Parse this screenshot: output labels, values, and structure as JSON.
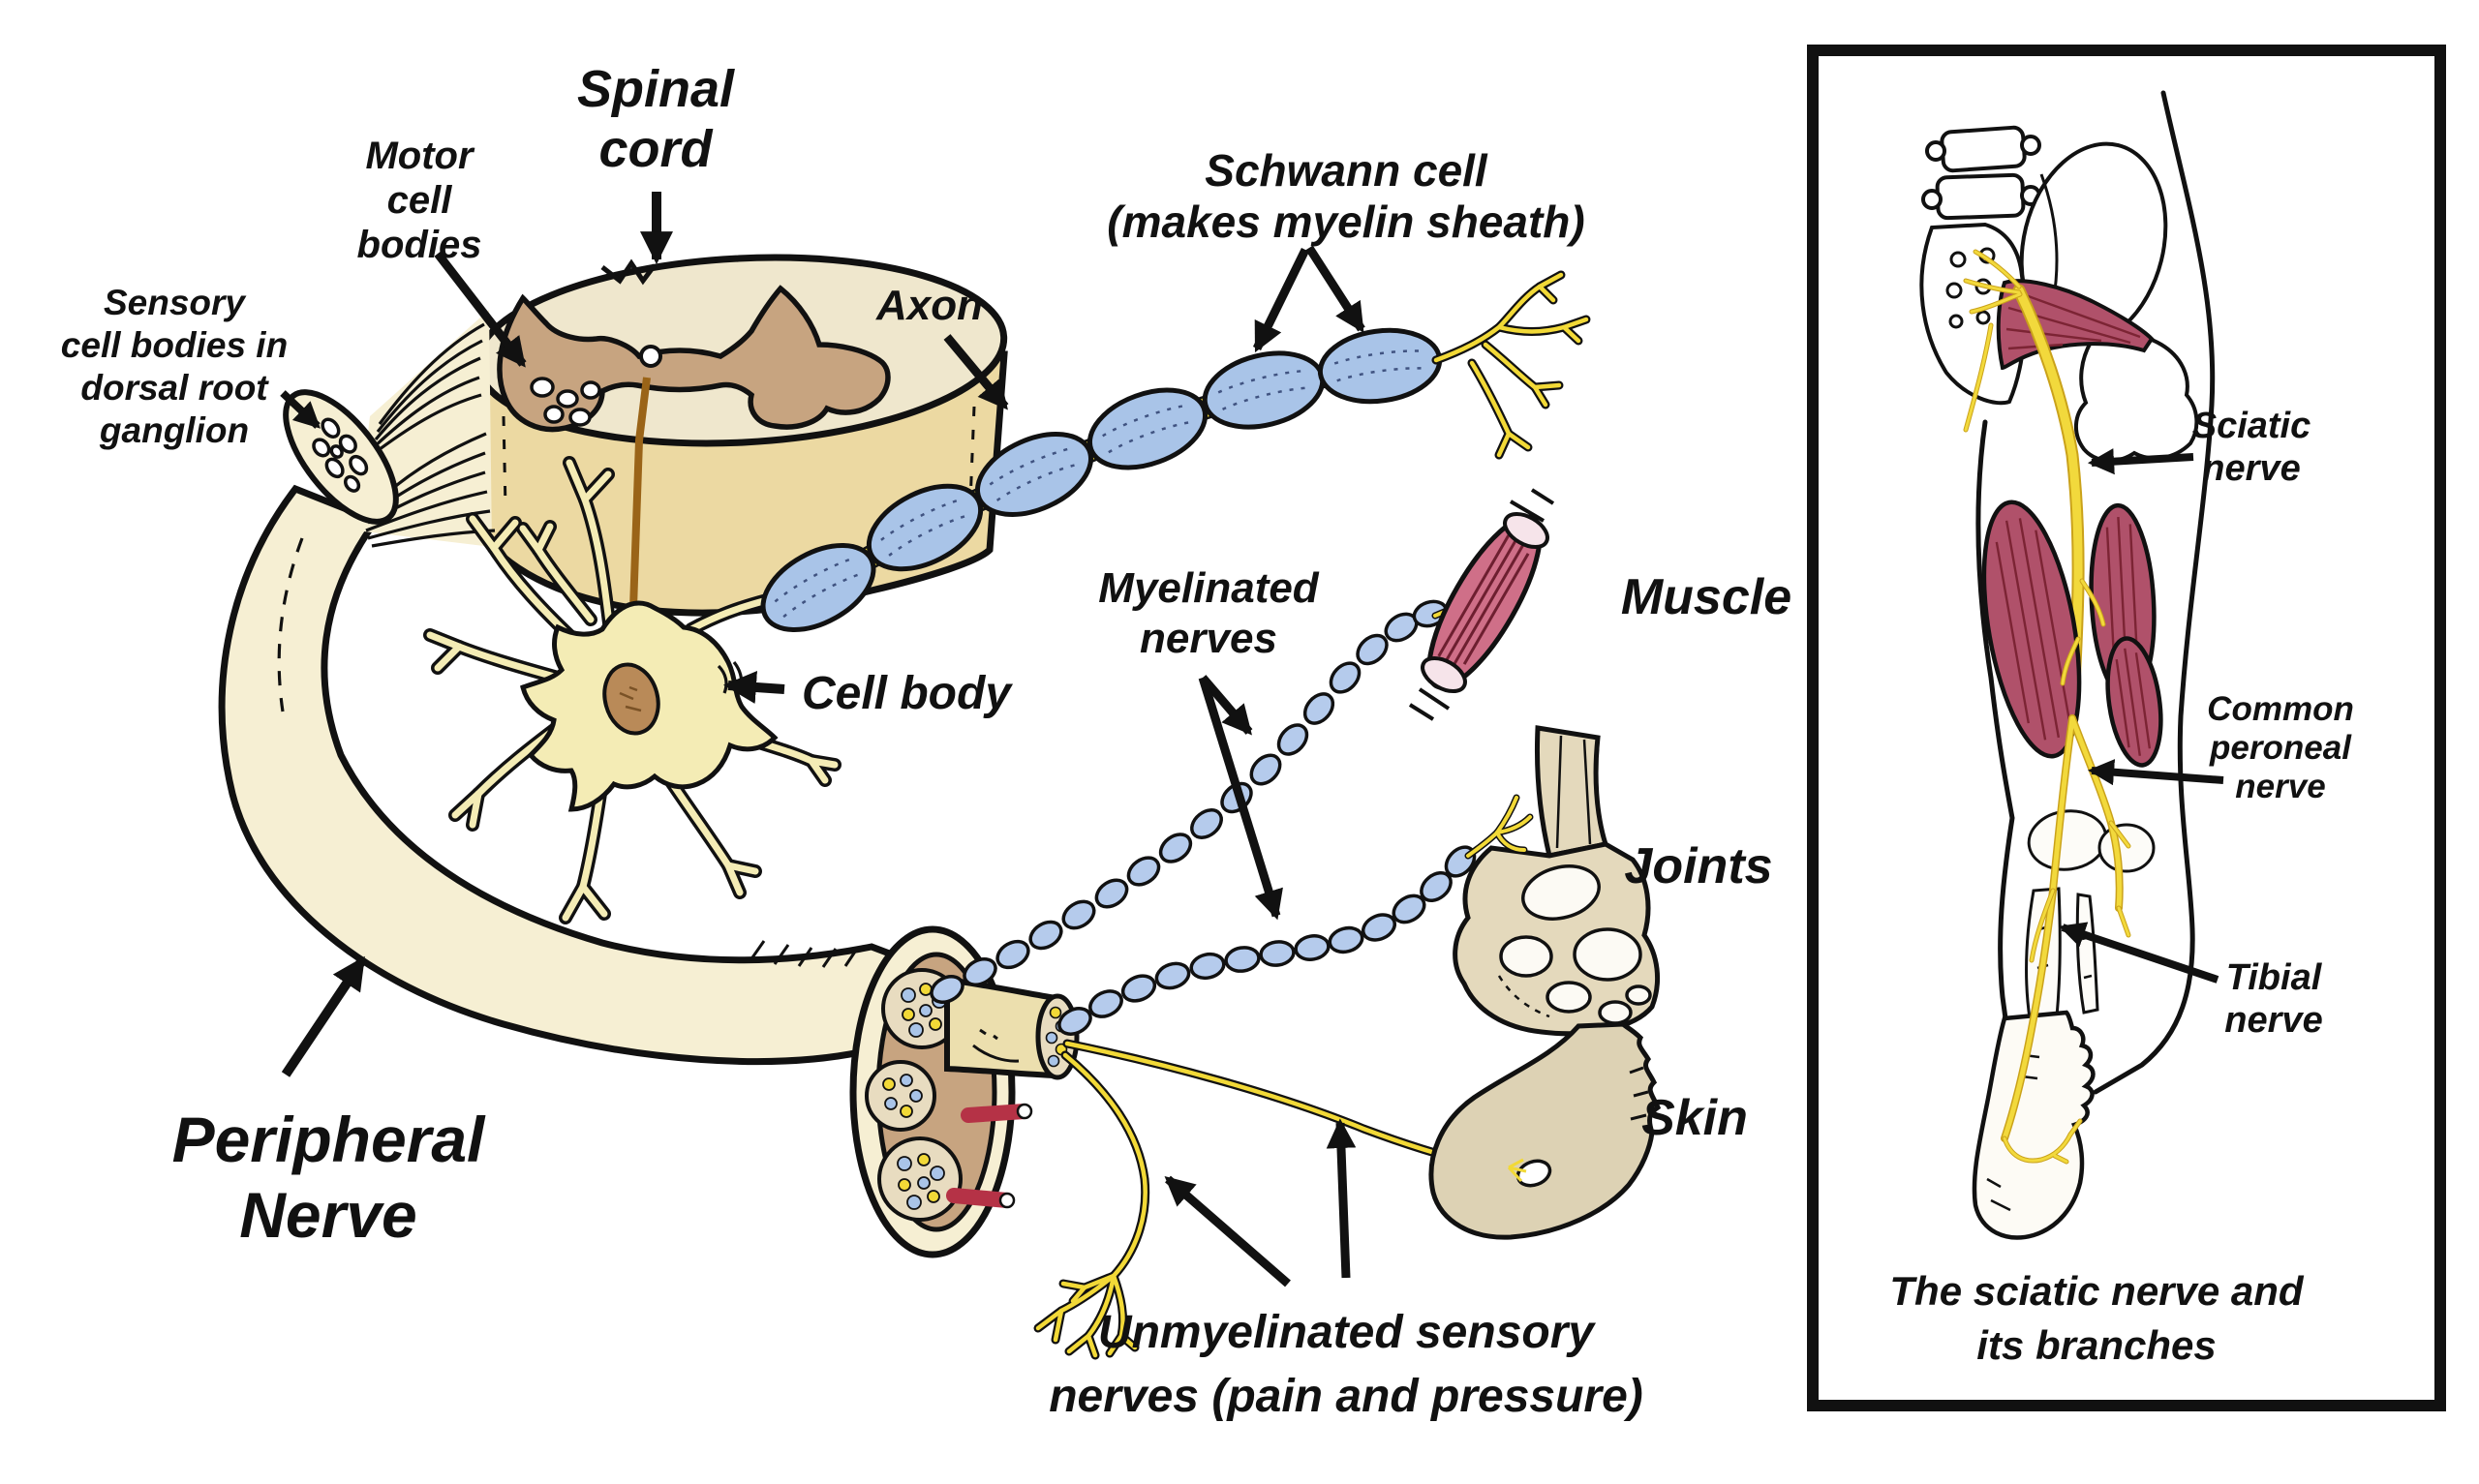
{
  "figure": {
    "type": "anatomical-diagram",
    "subject": "Peripheral nerve anatomy",
    "labels": {
      "spinal_cord": {
        "line1": "Spinal",
        "line2": "cord"
      },
      "motor_cell_bodies": {
        "line1": "Motor",
        "line2": "cell",
        "line3": "bodies"
      },
      "sensory_ganglion": {
        "line1": "Sensory",
        "line2": "cell bodies in",
        "line3": "dorsal root",
        "line4": "ganglion"
      },
      "axon": {
        "line1": "Axon"
      },
      "schwann_cell": {
        "line1": "Schwann cell",
        "line2": "(makes myelin sheath)"
      },
      "cell_body": {
        "line1": "Cell body"
      },
      "myelinated_nerves": {
        "line1": "Myelinated",
        "line2": "nerves"
      },
      "muscle": {
        "line1": "Muscle"
      },
      "joints": {
        "line1": "Joints"
      },
      "skin": {
        "line1": "Skin"
      },
      "peripheral_nerve": {
        "line1": "Peripheral",
        "line2": "Nerve"
      },
      "unmyelinated": {
        "line1": "Unmyelinated sensory",
        "line2": "nerves (pain and pressure)"
      }
    },
    "side_panel": {
      "labels": {
        "sciatic_nerve": {
          "line1": "Sciatic",
          "line2": "nerve"
        },
        "common_peroneal_nerve": {
          "line1": "Common",
          "line2": "peroneal",
          "line3": "nerve"
        },
        "tibial_nerve": {
          "line1": "Tibial",
          "line2": "nerve"
        }
      },
      "caption": {
        "line1": "The sciatic nerve and",
        "line2": "its branches"
      }
    },
    "colors": {
      "ink": "#111111",
      "paper": "#ffffff",
      "nerve_cream": "#f6efd3",
      "cord_face": "#efe7cd",
      "cord_side": "#ecd9a2",
      "gray_matter": "#c7a480",
      "fissure_brown": "#9a6418",
      "myelin_blue": "#a9c4e8",
      "bead_blue": "#b5cbec",
      "node_yellow": "#f2d937",
      "fiber_yellow": "#eec829",
      "soma_yellow": "#f4ecb5",
      "nucleus_brown": "#b98a58",
      "muscle_pink": "#cf6f88",
      "muscle_streak": "#7c2030",
      "bone_tan": "#e4d9bc",
      "bone_white": "#fcfaf4",
      "skin_tan": "#ddd2b4",
      "vessel_red": "#b53246",
      "leg_muscle_red": "#b0516a"
    }
  }
}
